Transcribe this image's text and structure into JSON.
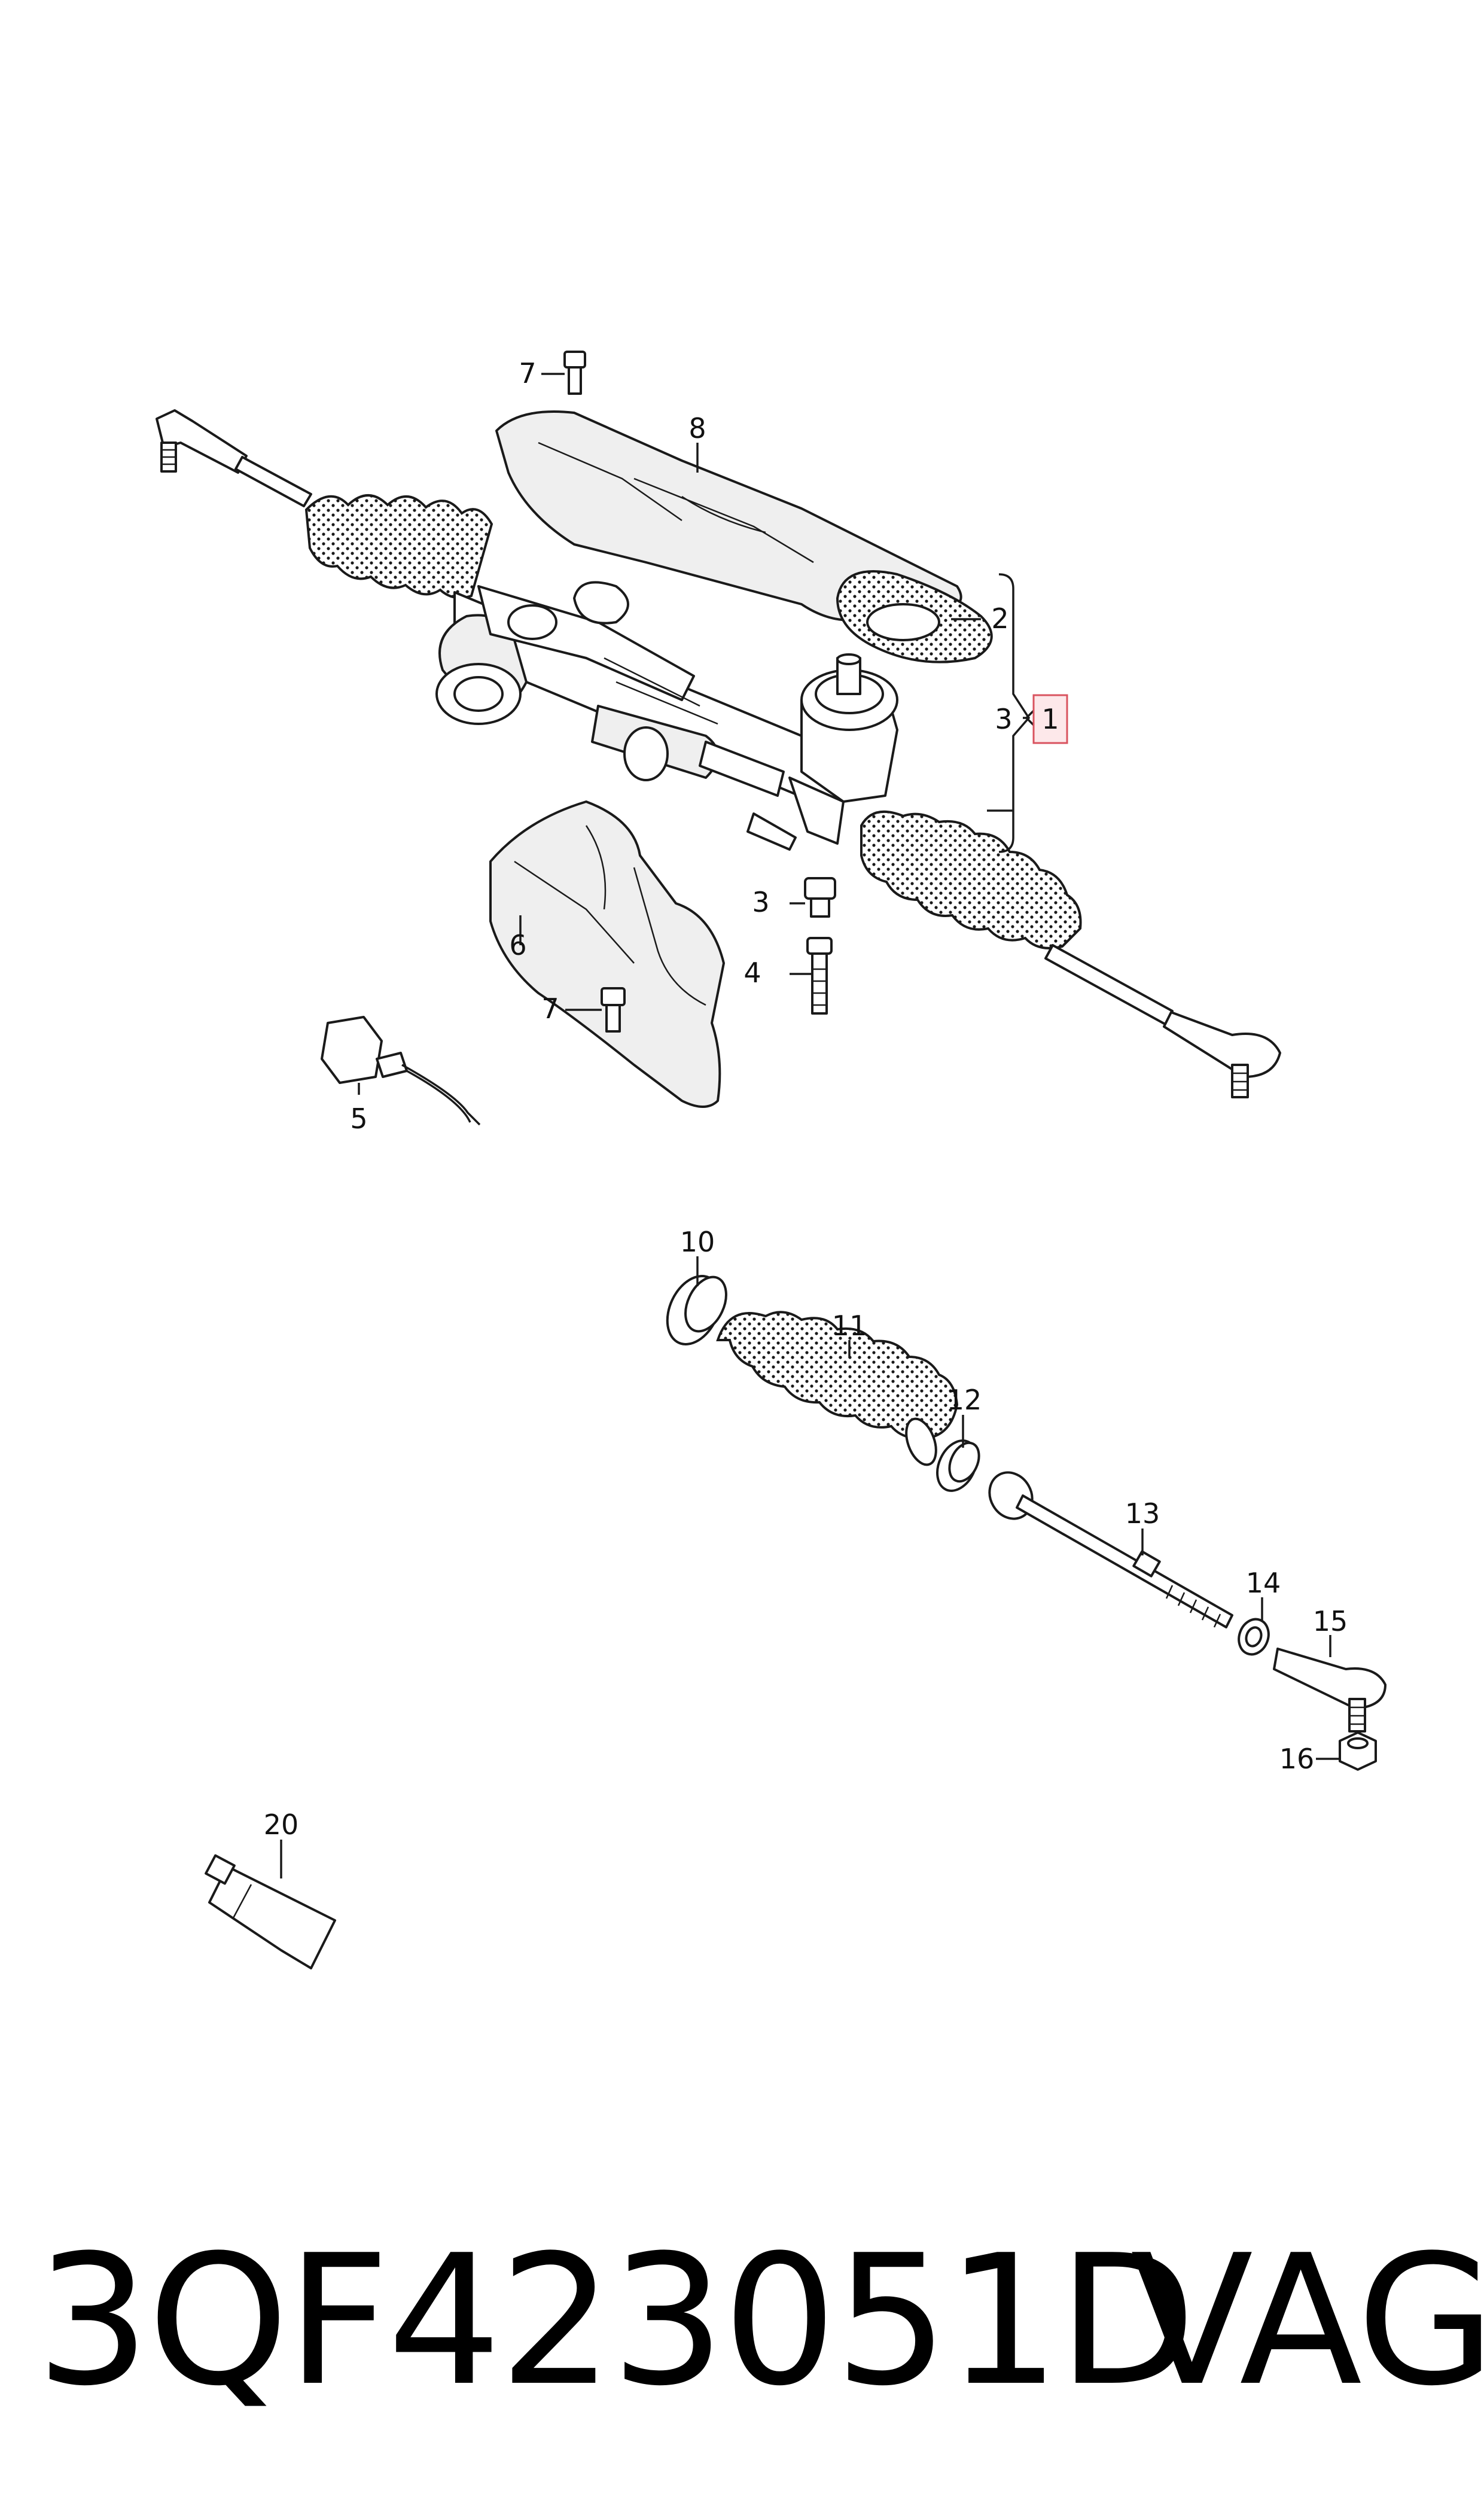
{
  "callouts": {
    "c1": "1",
    "c2": "2",
    "c3a": "3",
    "c3b": "3",
    "c4": "4",
    "c5": "5",
    "c6": "6",
    "c7a": "7",
    "c7b": "7",
    "c8": "8",
    "c10": "10",
    "c11": "11",
    "c12": "12",
    "c13": "13",
    "c14": "14",
    "c15": "15",
    "c16": "16",
    "c20": "20"
  },
  "footer": {
    "part_number": "3QF423051D",
    "brand": "VAG"
  },
  "colors": {
    "highlight_fill": "#fde8ea",
    "highlight_stroke": "#d9535f",
    "line": "#1a1a1a"
  }
}
